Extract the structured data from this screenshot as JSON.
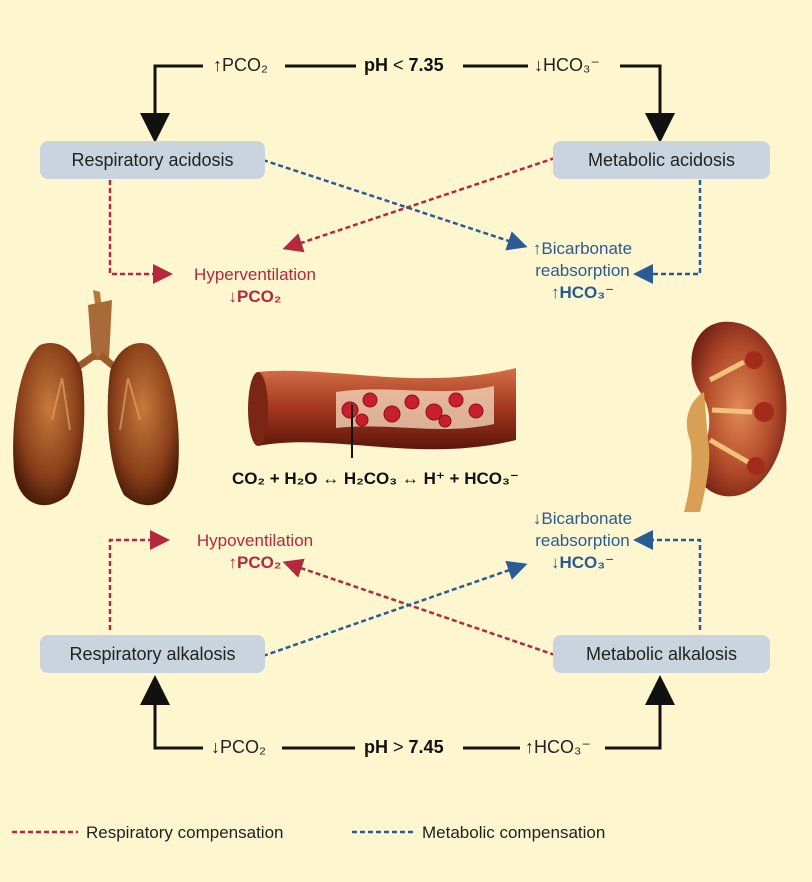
{
  "top_row": {
    "left": "↑PCO₂",
    "center_bold": "pH",
    "center_op": "<",
    "center_value": "7.35",
    "right": "↓HCO₃⁻"
  },
  "bottom_row": {
    "left": "↓PCO₂",
    "center_bold": "pH",
    "center_op": ">",
    "center_value": "7.45",
    "right": "↑HCO₃⁻"
  },
  "boxes": {
    "respiratory_acidosis": "Respiratory acidosis",
    "metabolic_acidosis": "Metabolic acidosis",
    "respiratory_alkalosis": "Respiratory alkalosis",
    "metabolic_alkalosis": "Metabolic alkalosis"
  },
  "compensation": {
    "hyperventilation": "Hyperventilation",
    "hyper_pco2": "↓PCO₂",
    "bicarb_up_line1": "↑Bicarbonate",
    "bicarb_up_line2": "reabsorption",
    "bicarb_up_hco3": "↑HCO₃⁻",
    "hypoventilation": "Hypoventilation",
    "hypo_pco2": "↑PCO₂",
    "bicarb_down_line1": "↓Bicarbonate",
    "bicarb_down_line2": "reabsorption",
    "bicarb_down_hco3": "↓HCO₃⁻"
  },
  "equation": "CO₂ + H₂O ↔ H₂CO₃ ↔ H⁺ + HCO₃⁻",
  "legend": {
    "respiratory": "Respiratory compensation",
    "metabolic": "Metabolic compensation"
  },
  "colors": {
    "background": "#fdf6cf",
    "box": "#c9d4df",
    "respiratory": "#b5283d",
    "metabolic": "#2a5b94"
  }
}
